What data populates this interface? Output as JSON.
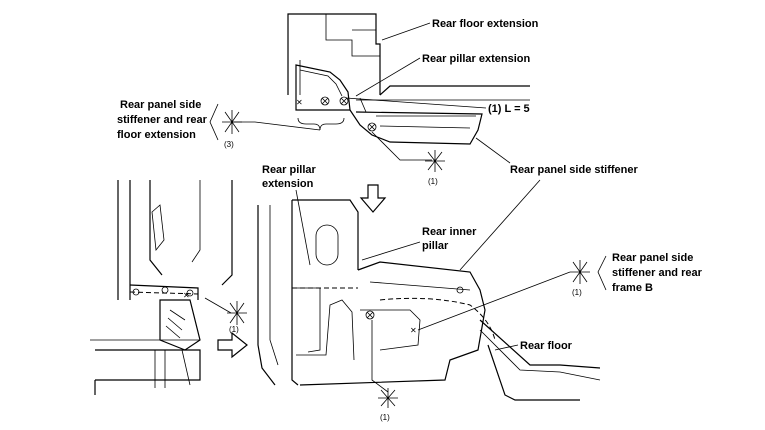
{
  "labels": {
    "rear_floor_extension": "Rear floor extension",
    "rear_pillar_extension_top": "Rear pillar extension",
    "spot_weld_l5": "(1) L = 5",
    "stiffener_and_floor_ext_1": "Rear panel side",
    "stiffener_and_floor_ext_2": "stiffener and rear",
    "stiffener_and_floor_ext_3": "floor extension",
    "count_3": "(3)",
    "count_1_top": "(1)",
    "rear_panel_side_stiffener": "Rear panel side stiffener",
    "rear_pillar_extension_1": "Rear pillar",
    "rear_pillar_extension_2": "extension",
    "rear_inner_pillar_1": "Rear inner",
    "rear_inner_pillar_2": "pillar",
    "stiffener_and_frame_1": "Rear panel side",
    "stiffener_and_frame_2": "stiffener and rear",
    "stiffener_and_frame_3": "frame B",
    "count_1_right": "(1)",
    "count_1_left": "(1)",
    "rear_floor": "Rear floor",
    "count_1_bottom": "(1)"
  },
  "symbols": {
    "weld_mark": "star-weld-icon",
    "spot_weld": "circle-x-icon",
    "cross_mark": "x-icon",
    "arrow_down": "arrow-down-icon",
    "arrow_right": "arrow-right-icon"
  }
}
